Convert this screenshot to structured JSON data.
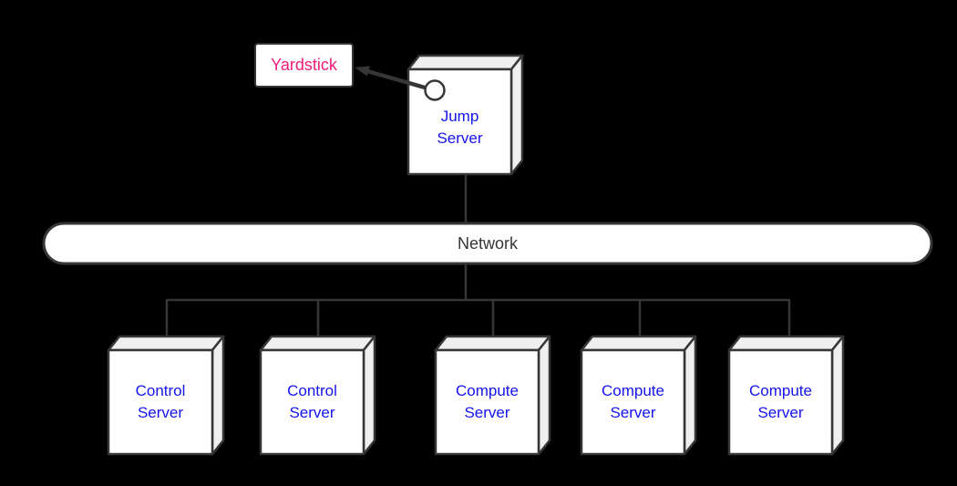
{
  "diagram": {
    "kind": "network-topology",
    "nodes": {
      "yardstick": {
        "label": "Yardstick",
        "shape": "rounded-rectangle"
      },
      "jump_server": {
        "label": "Jump Server",
        "shape": "3d-box",
        "port": "circle-port"
      },
      "network": {
        "label": "Network",
        "shape": "pill-bus"
      },
      "servers": [
        {
          "label": "Control Server",
          "shape": "3d-box"
        },
        {
          "label": "Control Server",
          "shape": "3d-box"
        },
        {
          "label": "Compute Server",
          "shape": "3d-box"
        },
        {
          "label": "Compute Server",
          "shape": "3d-box"
        },
        {
          "label": "Compute Server",
          "shape": "3d-box"
        }
      ]
    },
    "edges": [
      {
        "from": "jump_server",
        "to": "yardstick",
        "style": "thick-arrow"
      },
      {
        "from": "jump_server",
        "to": "network",
        "style": "line"
      },
      {
        "from": "network",
        "to": "servers.0",
        "style": "line"
      },
      {
        "from": "network",
        "to": "servers.1",
        "style": "line"
      },
      {
        "from": "network",
        "to": "servers.2",
        "style": "line"
      },
      {
        "from": "network",
        "to": "servers.3",
        "style": "line"
      },
      {
        "from": "network",
        "to": "servers.4",
        "style": "line"
      }
    ],
    "colors": {
      "background": "#000000",
      "node-fill": "#ffffff",
      "node-side-fill": "#efefef",
      "stroke": "#363636",
      "server-label": "#1414ee",
      "yardstick-label": "#ee1d7a",
      "network-label": "#363636"
    }
  }
}
